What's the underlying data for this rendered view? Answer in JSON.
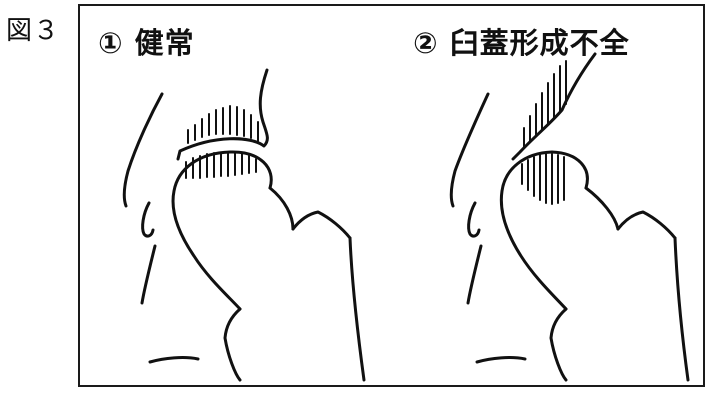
{
  "figure_label": "図３",
  "panels": [
    {
      "title": "① 健常"
    },
    {
      "title": "② 臼蓋形成不全"
    }
  ],
  "line_color": "#111111",
  "background_color": "#ffffff"
}
